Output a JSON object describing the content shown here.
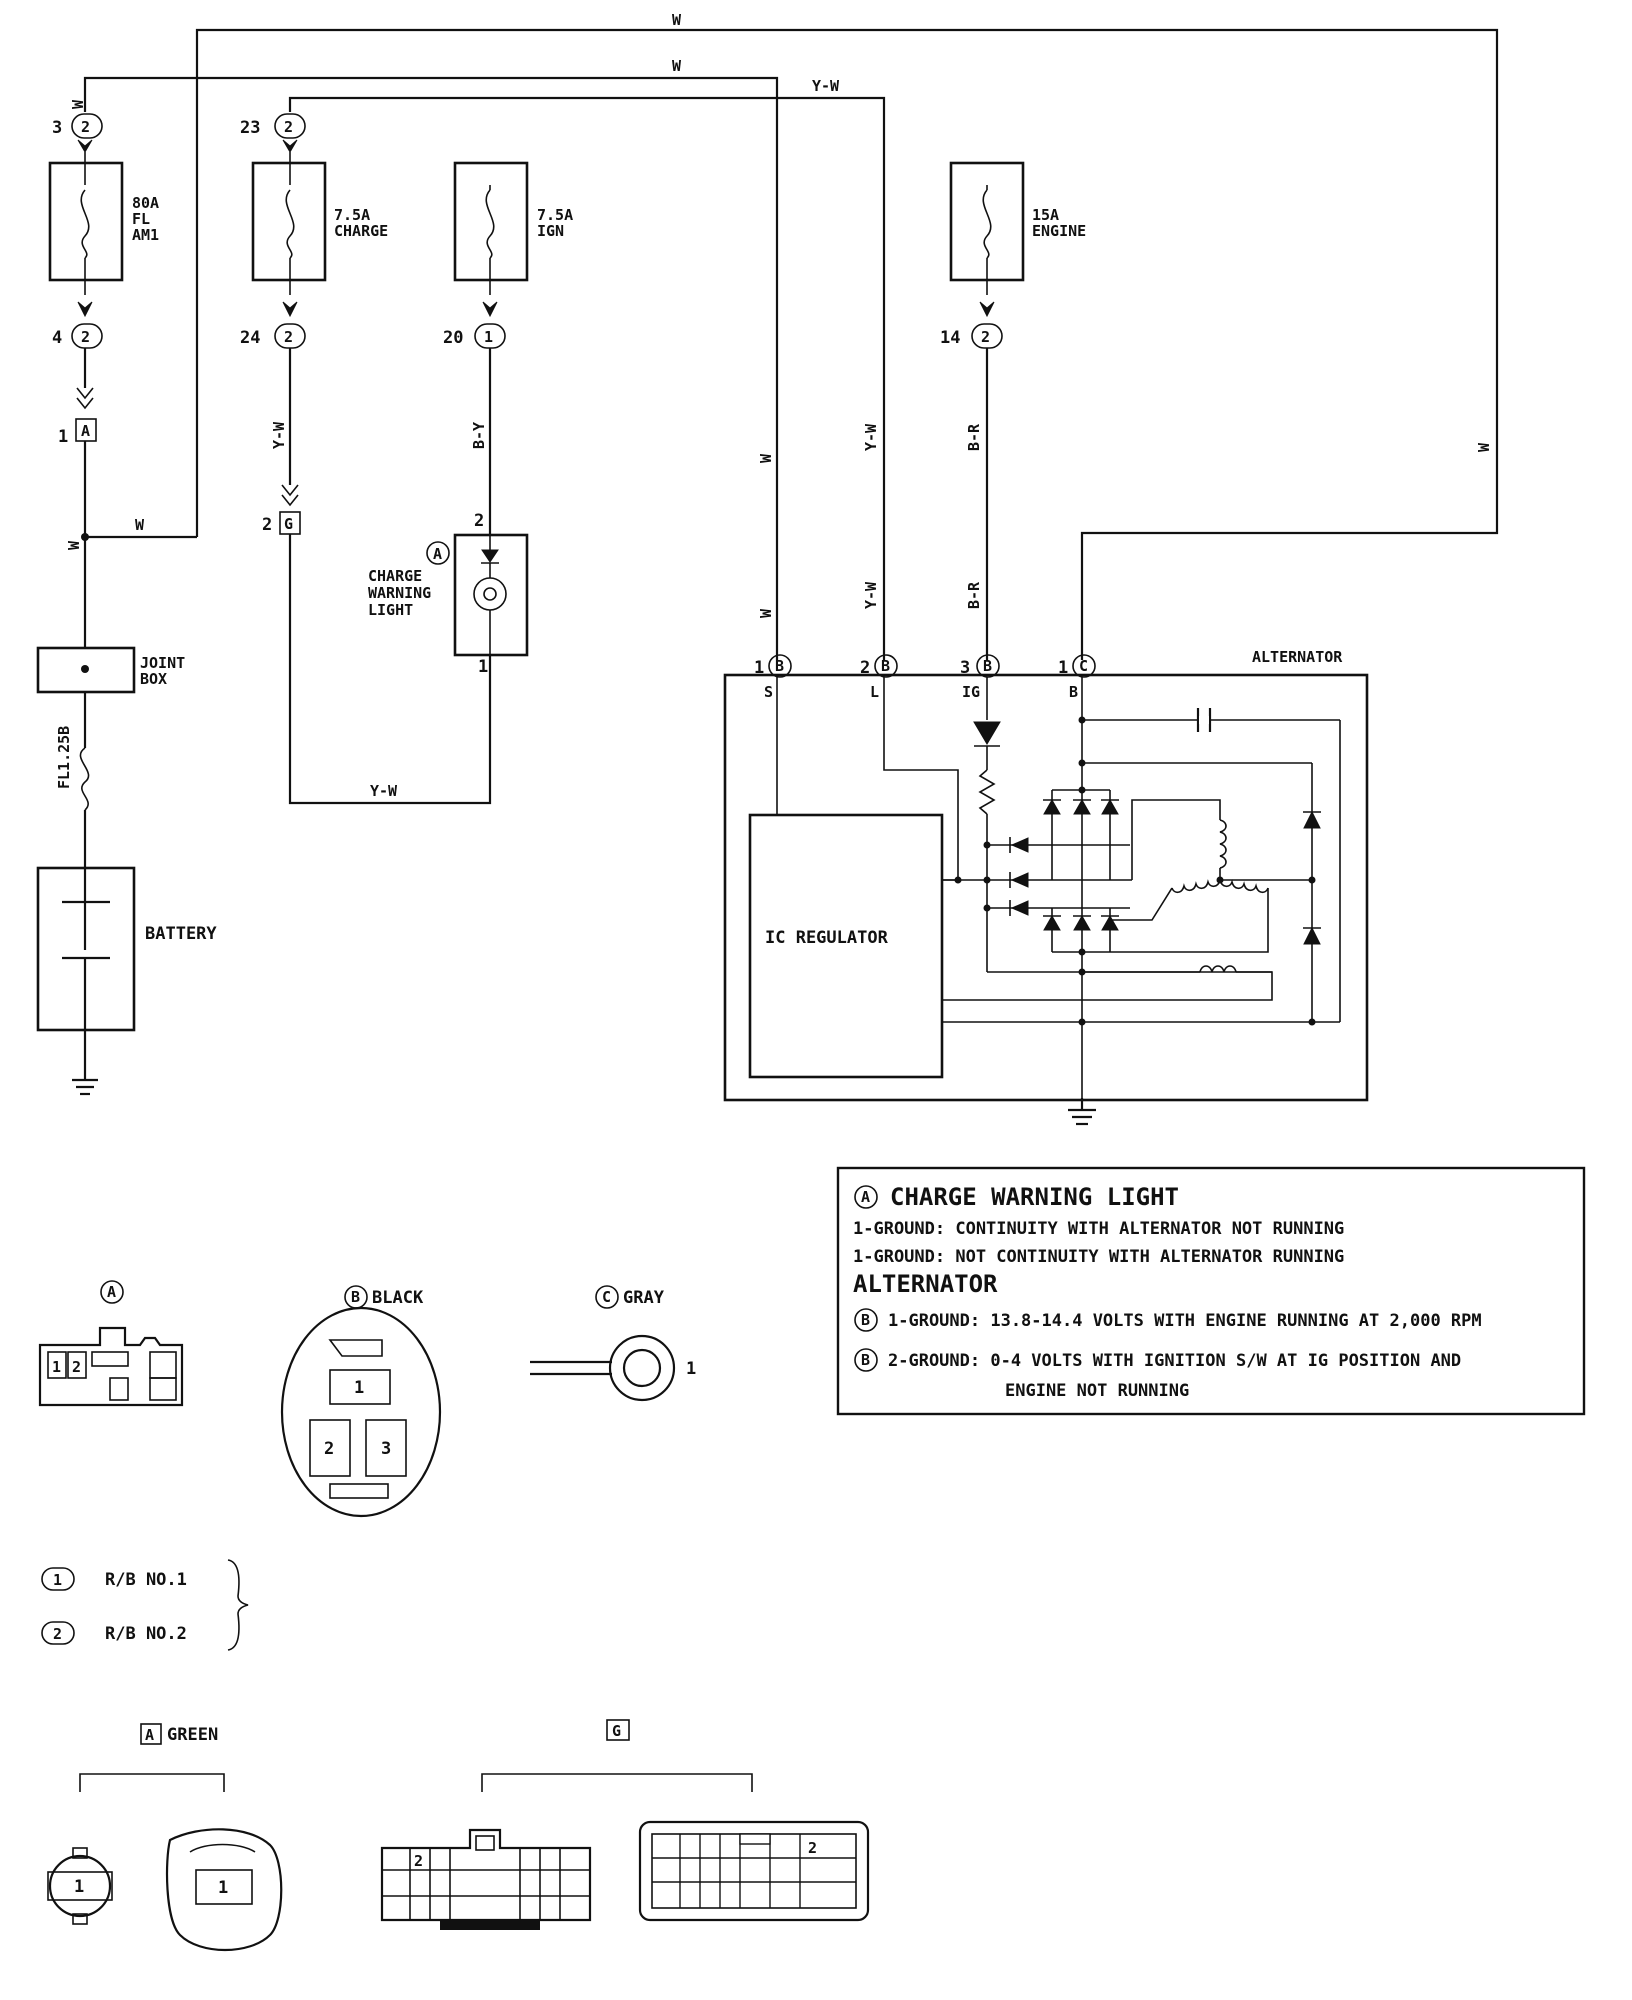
{
  "wires": {
    "top_w": "W",
    "second_w": "W",
    "y_w_top": "Y-W",
    "left_w_vertical": "W",
    "left_w_join": "W",
    "y_w_fuse_vertical": "Y-W",
    "b_y_vertical": "B-Y",
    "y_w_bottom": "Y-W",
    "s_w_upper": "W",
    "s_w_lower": "W",
    "l_yw_upper": "Y-W",
    "l_yw_lower": "Y-W",
    "ig_br_upper": "B-R",
    "ig_br_lower": "B-R",
    "right_w": "W"
  },
  "fuses": {
    "am1": {
      "rating": "80A",
      "line2": "FL",
      "line3": "AM1",
      "pin_top": "3",
      "pin_bottom": "4",
      "rb_top": "2",
      "rb_bottom": "2"
    },
    "charge": {
      "rating": "7.5A",
      "name": "CHARGE",
      "pin_top": "23",
      "pin_bottom": "24",
      "rb_top": "2",
      "rb_bottom": "2"
    },
    "ign": {
      "rating": "7.5A",
      "name": "IGN",
      "pin_bottom": "20",
      "rb_bottom": "1"
    },
    "engine": {
      "rating": "15A",
      "name": "ENGINE",
      "pin_bottom": "14",
      "rb_bottom": "2"
    }
  },
  "connectors_small": {
    "a_pin": "1",
    "a_code": "A",
    "g_pin": "2",
    "g_code": "G"
  },
  "components": {
    "joint_box_line1": "JOINT",
    "joint_box_line2": "BOX",
    "fusible_link": "FL1.25B",
    "battery": "BATTERY",
    "warning_light": {
      "code": "A",
      "line1": "CHARGE",
      "line2": "WARNING",
      "line3": "LIGHT",
      "pin_top": "2",
      "pin_bottom": "1"
    },
    "alternator": {
      "title": "ALTERNATOR",
      "regulator": "IC REGULATOR",
      "terminals": [
        {
          "pin": "1",
          "code": "B",
          "name": "S"
        },
        {
          "pin": "2",
          "code": "B",
          "name": "L"
        },
        {
          "pin": "3",
          "code": "B",
          "name": "IG"
        },
        {
          "pin": "1",
          "code": "C",
          "name": "B"
        }
      ]
    }
  },
  "info_box": {
    "marker_a": "A",
    "heading": "CHARGE WARNING LIGHT",
    "line1": "1-GROUND: CONTINUITY WITH ALTERNATOR NOT RUNNING",
    "line2": "1-GROUND: NOT CONTINUITY WITH ALTERNATOR RUNNING",
    "alt_heading": "ALTERNATOR",
    "marker_b1": "B",
    "line3": "1-GROUND: 13.8-14.4 VOLTS WITH ENGINE RUNNING AT 2,000 RPM",
    "marker_b2": "B",
    "line4": "2-GROUND: 0-4 VOLTS WITH IGNITION S/W AT IG POSITION AND",
    "line5": "ENGINE NOT RUNNING"
  },
  "connector_views": {
    "a": {
      "code": "A",
      "pin1": "1",
      "pin2": "2"
    },
    "b": {
      "code": "B",
      "color": "BLACK",
      "pin1": "1",
      "pin2": "2",
      "pin3": "3"
    },
    "c": {
      "code": "C",
      "color": "GRAY",
      "pin1": "1"
    }
  },
  "legend": [
    {
      "symbol": "1",
      "label": "R/B NO.1"
    },
    {
      "symbol": "2",
      "label": "R/B NO.2"
    }
  ],
  "junction_connectors": {
    "a": {
      "code": "A",
      "color": "GREEN",
      "pin_left": "1",
      "pin_right": "1"
    },
    "g": {
      "code": "G",
      "pin_left": "2",
      "pin_right": "2"
    }
  }
}
